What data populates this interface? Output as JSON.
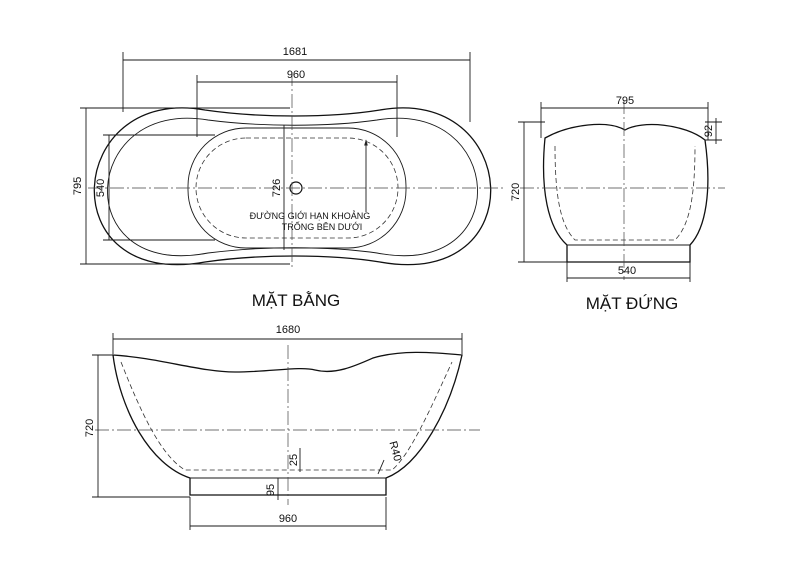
{
  "views": {
    "plan": {
      "title": "MẶT BẰNG",
      "dim_length": "1681",
      "dim_inner_length": "960",
      "dim_width": "795",
      "dim_inner_width": "540",
      "dim_depth": "726",
      "note_line1": "ĐƯỜNG GIỚI HẠN KHOẢNG",
      "note_line2": "TRỐNG BÊN DƯỚI"
    },
    "side": {
      "title": "MẶT ĐỨNG",
      "dim_width": "795",
      "dim_height": "720",
      "dim_base": "540",
      "dim_rim": "92"
    },
    "front": {
      "dim_length": "1680",
      "dim_height": "720",
      "dim_base": "960",
      "dim_25": "25",
      "dim_95": "95",
      "radius": "R40"
    }
  },
  "colors": {
    "line": "#111111",
    "background": "#ffffff"
  }
}
